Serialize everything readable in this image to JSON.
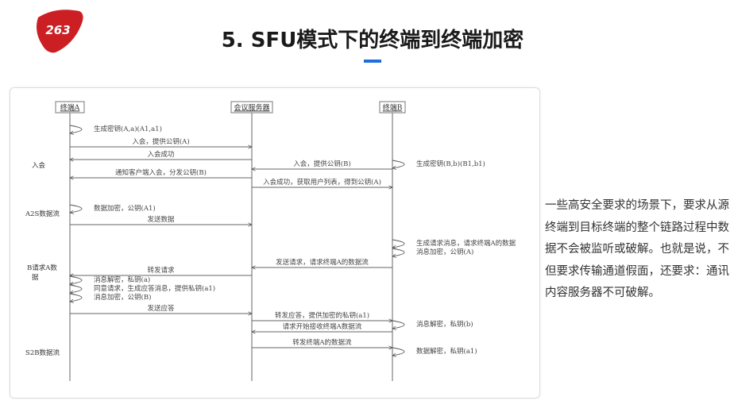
{
  "logo": {
    "text": "263",
    "color": "#cc1f24"
  },
  "title": "5. SFU模式下的终端到终端加密",
  "accent_color": "#1e6fd9",
  "description": "一些高安全要求的场景下，要求从源终端到目标终端的整个链路过程中数据不会被监听或破解。也就是说，不但要求传输通道假面，还要求：通讯内容服务器不可破解。",
  "diagram": {
    "participants": [
      "终端A",
      "会议服务器",
      "终端B"
    ],
    "phases": [
      "入会",
      "A2S数据流",
      "B请求A数",
      "据",
      "S2B数据流"
    ],
    "messages": [
      {
        "type": "self",
        "at": "A",
        "label": "生成密钥(A,a)(A1,a1)"
      },
      {
        "type": "arrow",
        "from": "A",
        "to": "S",
        "label": "入会，提供公钥(A)"
      },
      {
        "type": "arrow",
        "from": "S",
        "to": "A",
        "label": "入会成功"
      },
      {
        "type": "self",
        "at": "B",
        "label": "生成密钥(B,b)(B1,b1)"
      },
      {
        "type": "arrow",
        "from": "B",
        "to": "S",
        "label": "入会，提供公钥(B)"
      },
      {
        "type": "arrow",
        "from": "S",
        "to": "A",
        "label": "通知客户端入会，分发公钥(B)"
      },
      {
        "type": "arrow",
        "from": "S",
        "to": "B",
        "label": "入会成功，获取用户列表，得到公钥(A)"
      },
      {
        "type": "self",
        "at": "A",
        "label": "数据加密，公钥(A1)"
      },
      {
        "type": "arrow",
        "from": "A",
        "to": "S",
        "label": "发送数据"
      },
      {
        "type": "self",
        "at": "B",
        "label": "生成请求消息，请求终端A的数据"
      },
      {
        "type": "self",
        "at": "B",
        "label": "消息加密，公钥(A)"
      },
      {
        "type": "arrow",
        "from": "B",
        "to": "S",
        "label": "发送请求，请求终端A的数据流"
      },
      {
        "type": "arrow",
        "from": "S",
        "to": "A",
        "label": "转发请求"
      },
      {
        "type": "self",
        "at": "A",
        "label": "消息解密，私钥(a)"
      },
      {
        "type": "self",
        "at": "A",
        "label": "同意请求，生成应答消息，提供私钥(a1)"
      },
      {
        "type": "self",
        "at": "A",
        "label": "消息加密，公钥(B)"
      },
      {
        "type": "arrow",
        "from": "A",
        "to": "S",
        "label": "发送应答"
      },
      {
        "type": "arrow",
        "from": "S",
        "to": "B",
        "label": "转发应答，提供加密的私钥(a1)"
      },
      {
        "type": "self",
        "at": "B",
        "label": "消息解密，私钥(b)"
      },
      {
        "type": "arrow",
        "from": "B",
        "to": "S",
        "label": "请求开始接收终端A数据流"
      },
      {
        "type": "arrow",
        "from": "S",
        "to": "B",
        "label": "转发终端A的数据流"
      },
      {
        "type": "self",
        "at": "B",
        "label": "数据解密，私钥(a1)"
      }
    ]
  }
}
